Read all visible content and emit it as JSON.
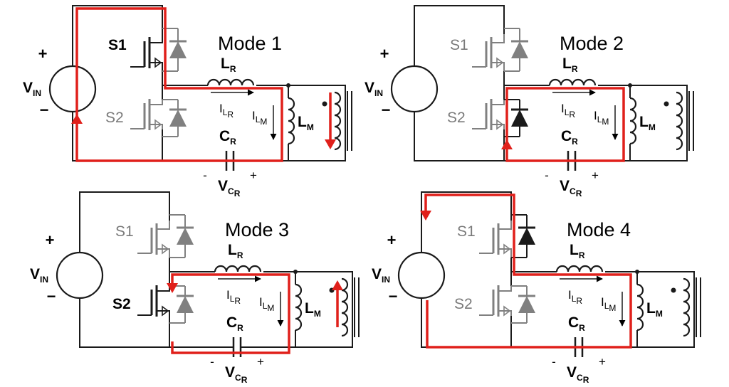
{
  "panels": [
    {
      "mode_title": "Mode 1",
      "vin": "V",
      "vin_sub": "IN",
      "plus": "+",
      "minus": "−",
      "s1": "S",
      "s1_n": "1",
      "s2": "S",
      "s2_n": "2",
      "lr": "L",
      "lr_sub": "R",
      "ilr": "I",
      "ilr_sub": "L",
      "ilr_sub2": "R",
      "ilm": "I",
      "ilm_sub": "L",
      "ilm_sub2": "M",
      "lm": "L",
      "lm_sub": "M",
      "cr": "C",
      "cr_sub": "R",
      "vcr": "V",
      "vcr_sub": "C",
      "vcr_sub2": "R",
      "cm": "-",
      "cp": "+",
      "active_switch": "S1"
    },
    {
      "mode_title": "Mode 2",
      "vin": "V",
      "vin_sub": "IN",
      "plus": "+",
      "minus": "−",
      "s1": "S",
      "s1_n": "1",
      "s2": "S",
      "s2_n": "2",
      "lr": "L",
      "lr_sub": "R",
      "ilr": "I",
      "ilr_sub": "L",
      "ilr_sub2": "R",
      "ilm": "I",
      "ilm_sub": "L",
      "ilm_sub2": "M",
      "lm": "L",
      "lm_sub": "M",
      "cr": "C",
      "cr_sub": "R",
      "vcr": "V",
      "vcr_sub": "C",
      "vcr_sub2": "R",
      "cm": "-",
      "cp": "+",
      "active_switch": "D2"
    },
    {
      "mode_title": "Mode 3",
      "vin": "V",
      "vin_sub": "IN",
      "plus": "+",
      "minus": "−",
      "s1": "S",
      "s1_n": "1",
      "s2": "S",
      "s2_n": "2",
      "lr": "L",
      "lr_sub": "R",
      "ilr": "I",
      "ilr_sub": "L",
      "ilr_sub2": "R",
      "ilm": "I",
      "ilm_sub": "L",
      "ilm_sub2": "M",
      "lm": "L",
      "lm_sub": "M",
      "cr": "C",
      "cr_sub": "R",
      "vcr": "V",
      "vcr_sub": "C",
      "vcr_sub2": "R",
      "cm": "-",
      "cp": "+",
      "active_switch": "S2"
    },
    {
      "mode_title": "Mode 4",
      "vin": "V",
      "vin_sub": "IN",
      "plus": "+",
      "minus": "−",
      "s1": "S",
      "s1_n": "1",
      "s2": "S",
      "s2_n": "2",
      "lr": "L",
      "lr_sub": "R",
      "ilr": "I",
      "ilr_sub": "L",
      "ilr_sub2": "R",
      "ilm": "I",
      "ilm_sub": "L",
      "ilm_sub2": "M",
      "lm": "L",
      "lm_sub": "M",
      "cr": "C",
      "cr_sub": "R",
      "vcr": "V",
      "vcr_sub": "C",
      "vcr_sub2": "R",
      "cm": "-",
      "cp": "+",
      "active_switch": "D1"
    }
  ],
  "colors": {
    "current_path": "#e0201b",
    "wire": "#1a1a1a",
    "inactive": "#808080"
  }
}
